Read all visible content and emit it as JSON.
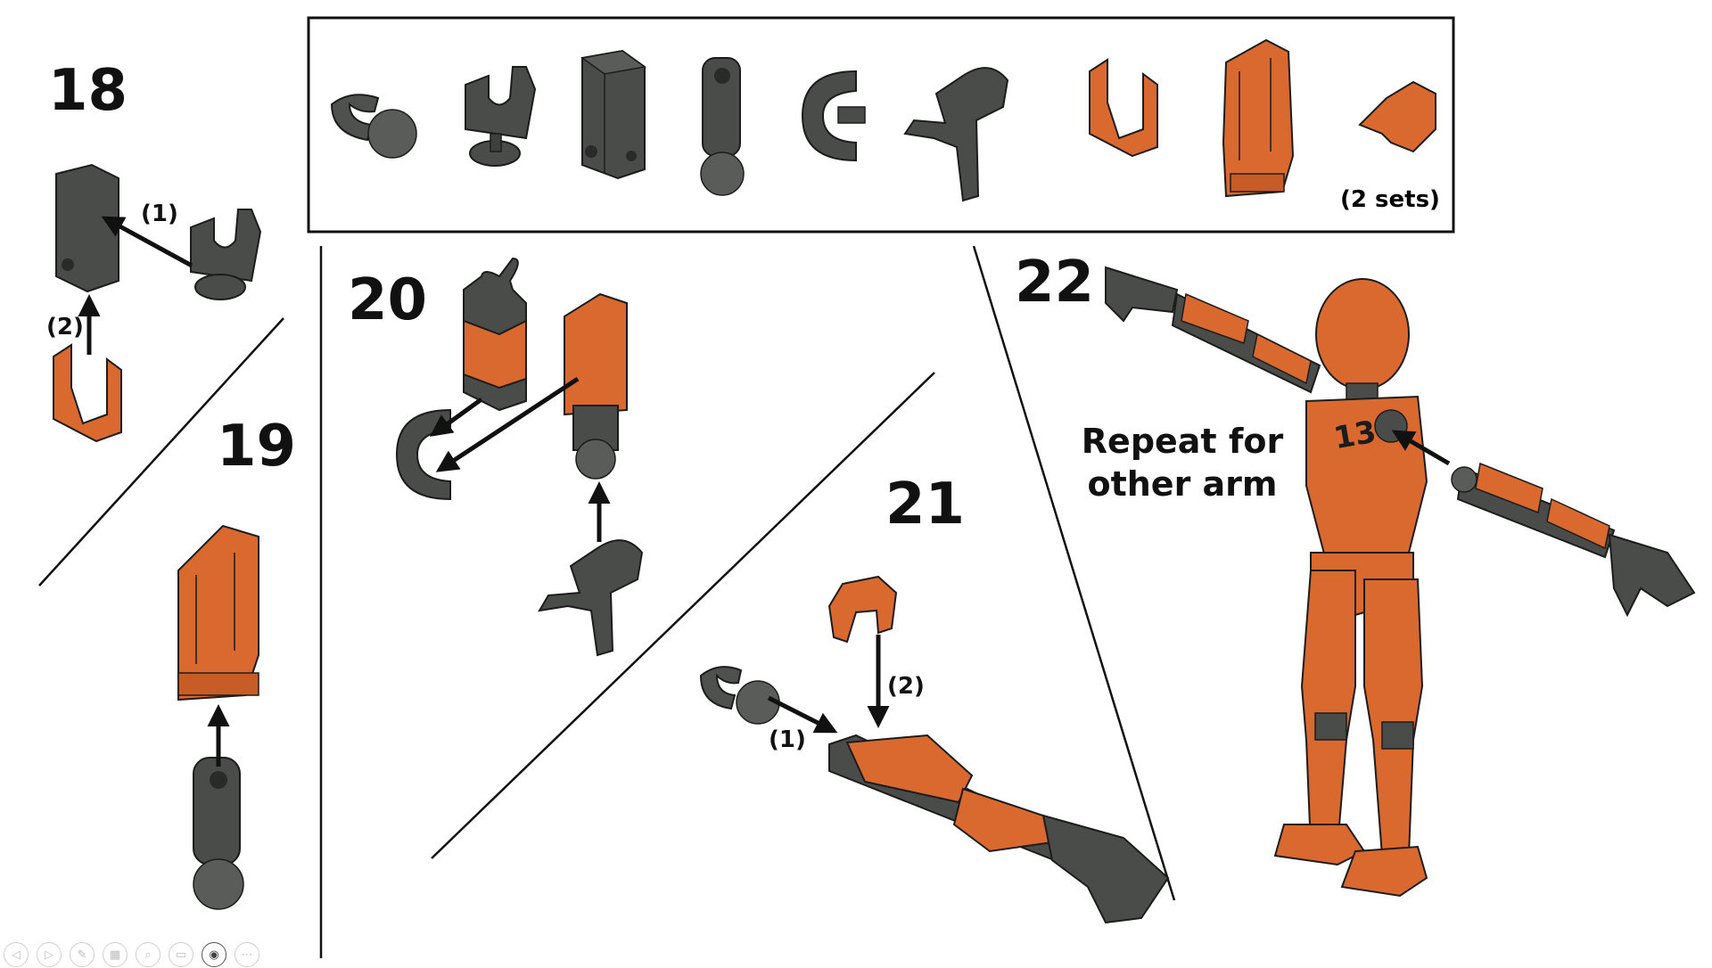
{
  "steps": {
    "s18": "18",
    "s19": "19",
    "s20": "20",
    "s21": "21",
    "s22": "22"
  },
  "labels": {
    "s18_l1": "(1)",
    "s18_l2": "(2)",
    "s21_l1": "(1)",
    "s21_l2": "(2)",
    "sets": "(2 sets)"
  },
  "note": {
    "line1": "Repeat for",
    "line2": "other arm"
  },
  "colors": {
    "part_dark": "#505250",
    "part_orange": "#d9692f",
    "outline": "#1c1c1c",
    "line": "#111111"
  },
  "controls": {
    "buttons": [
      "prev-icon",
      "next-icon",
      "pen-icon",
      "slides-icon",
      "zoom-icon",
      "subtitles-icon",
      "camera-icon",
      "more-icon"
    ],
    "glyphs": [
      "◁",
      "▷",
      "✎",
      "▦",
      "⌕",
      "▭",
      "◉",
      "⋯"
    ]
  }
}
